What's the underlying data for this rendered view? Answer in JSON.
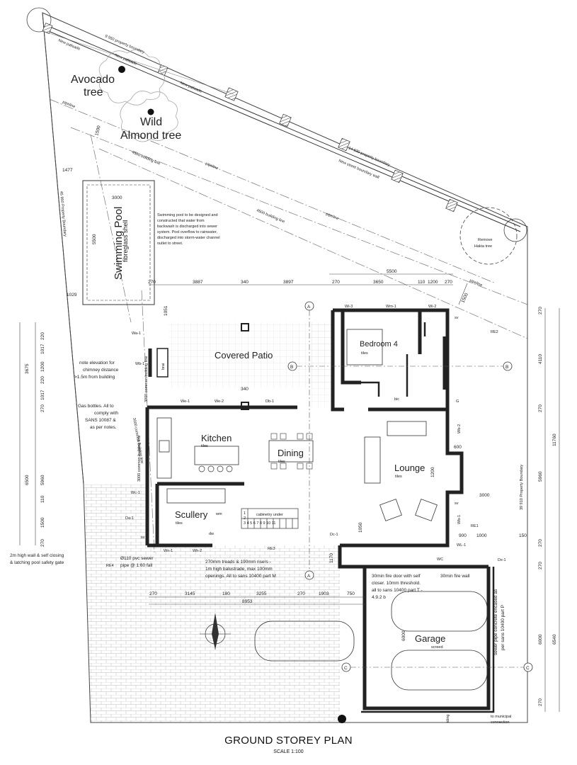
{
  "title": "GROUND STOREY PLAN",
  "scale": "SCALE 1:100",
  "rooms": {
    "covered_patio": "Covered Patio",
    "bedroom4": "Bedroom 4",
    "bedroom4_floor": "tiles",
    "kitchen": "Kitchen",
    "kitchen_floor": "tiles",
    "dining": "Dining",
    "dining_floor": "tiles",
    "lounge": "Lounge",
    "lounge_floor": "tiles",
    "scullery": "Scullery",
    "scullery_floor": "tiles",
    "garage": "Garage",
    "garage_floor": "screed",
    "swimming_pool": "Swimming Pool",
    "pool_shell": "fibreglass shell",
    "brai": "brai",
    "bic": "bic",
    "wc": "WC",
    "wm": "wm",
    "dw": "dw",
    "sv": "sv",
    "g": "G"
  },
  "trees": {
    "avocado_1": "Avocado",
    "avocado_2": "tree",
    "almond_1": "Wild",
    "almond_2": "Almond tree",
    "hakia_1": "Remove",
    "hakia_2": "Hakia tree"
  },
  "boundary": {
    "palisade_1": "New palisade",
    "palisade_2": "New palisade",
    "palisade_3": "New palisade",
    "top_boundary": "9 550 property boundary",
    "street_boundary": "14 630 property boundary",
    "street_wall": "New street boundary wall",
    "left_boundary": "45 950 Property Boundary",
    "right_boundary": "39 910 Property Boundary",
    "building_line_1": "4500 building line",
    "building_line_2": "4500 building line",
    "pipeline_1": "pipeline",
    "pipeline_2": "pipeline",
    "pipeline_3": "pipeline",
    "pipeline_4": "pipeline",
    "common_line_1": "3000 common building line",
    "common_line_2": "3000 common building line",
    "common_line_3": "3000 common building line"
  },
  "notes": {
    "pool_1": "Swimming pool to be designed and",
    "pool_2": "constructed that water from",
    "pool_3": "backwash is discharged into sewer",
    "pool_4": "system.  Pool overflow to rainwater,",
    "pool_5": "discharged into storm-water channel",
    "pool_6": "outlet to street.",
    "chimney_1": "note elevation for",
    "chimney_2": "chimney distance",
    "chimney_3": ">1.5m from building",
    "gas_1": "Gas bottles. All to",
    "gas_2": "comply with",
    "gas_3": "SANS 10087 &",
    "gas_4": "as per notes.",
    "gate_1": "2m high wall & self closing",
    "gate_2": "& latching pool safety gate",
    "sewer_1": "Ø110 pvc sewer",
    "sewer_2": "pipe @ 1:60 fall",
    "stairs_1": "270mm treads & 190mm risers -",
    "stairs_2": "1m high balustrade, max 100mm",
    "stairs_3": "openings. All to sans 10400 part M",
    "firedoor_1": "30min fire door with self",
    "firedoor_2": "closer. 10mm threshold.",
    "firedoor_3": "all to sans 10400 part T -",
    "firedoor_4": "4.9.2 b",
    "firewall": "30min fire wall",
    "sewer_enc_1": "sewer pipe concrete encased as",
    "sewer_enc_2": "per sans 10400 part P",
    "municipal_1": "to municipal",
    "municipal_2": "connection",
    "cabinetry": "cabinetry under",
    "stair_nums": "3 4 5 6 7 8 9 10 11",
    "stair_1": "1",
    "stair_2": "2",
    "re1": "RE1",
    "re2": "RE2",
    "re3": "RE3",
    "re4": "RE4",
    "siding": "iding"
  },
  "windows": {
    "wi3": "Wi-3",
    "wm1": "Wm-1",
    "wi2": "Wi-2",
    "wa1": "Wa-1",
    "wb1": "Wb-1",
    "wb2": "Wb-2",
    "we1": "We-1",
    "we2": "We-2",
    "db1": "Db-1",
    "wc1": "Wc-1",
    "da1": "Da-1",
    "wn1": "Wn-1",
    "wh2": "Wh-2",
    "dc1": "Dc-1",
    "wl1": "WL-1",
    "dx1": "Dx-1",
    "wb1b": "Wb-1"
  },
  "sections": {
    "a": "A",
    "b": "B",
    "c": "C"
  },
  "dimensions": {
    "d1477": "1477",
    "d1500a": "1500",
    "d3000": "3000",
    "d5500p": "5500",
    "d1029": "1029",
    "t270a": "270",
    "t3887": "3887",
    "t340": "340",
    "t3897": "3897",
    "t270b": "270",
    "t3650": "3650",
    "t110": "110",
    "t1200": "1200",
    "t270c": "270",
    "t5500": "5500",
    "d1500b": "1500",
    "d1051": "1051",
    "d340b": "340",
    "d600": "600",
    "d1200b": "1200",
    "d3000b": "3000",
    "d900": "900",
    "d1000": "1000",
    "d150": "150",
    "d1050": "1050",
    "d1170": "1170",
    "b270a": "270",
    "b3145": "3145",
    "b180": "180",
    "b3255": "3255",
    "b270b": "270",
    "b1903": "1903",
    "b750": "750",
    "b8953": "8953",
    "g6000": "6000",
    "l1017a": "1017",
    "l220a": "220",
    "l1200": "1200",
    "l220b": "220",
    "l1017b": "1017",
    "l270": "270",
    "l3675": "3675",
    "l5960": "5960",
    "l6500": "6500",
    "l110": "110",
    "l1500": "1500",
    "l270b": "270",
    "r270a": "270",
    "r4110": "4110",
    "r270b": "270",
    "r5960": "5960",
    "r11760": "11760",
    "r270c": "270",
    "r270d": "270",
    "r6000": "6000",
    "r6540": "6540",
    "r270e": "270"
  }
}
